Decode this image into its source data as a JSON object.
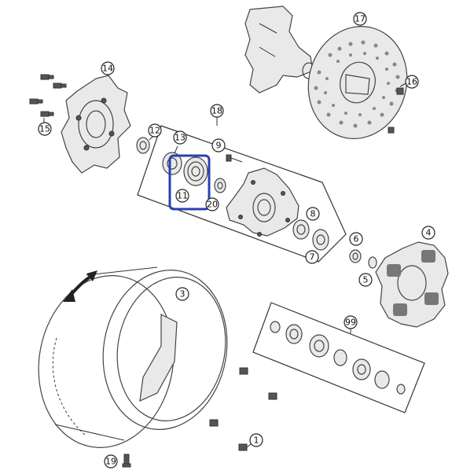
{
  "diagram": {
    "callouts": [
      {
        "id": "1",
        "label": "1"
      },
      {
        "id": "3",
        "label": "3"
      },
      {
        "id": "4",
        "label": "4"
      },
      {
        "id": "5",
        "label": "5"
      },
      {
        "id": "6",
        "label": "6"
      },
      {
        "id": "7",
        "label": "7"
      },
      {
        "id": "8",
        "label": "8"
      },
      {
        "id": "9",
        "label": "9"
      },
      {
        "id": "11",
        "label": "11"
      },
      {
        "id": "12",
        "label": "12"
      },
      {
        "id": "13",
        "label": "13"
      },
      {
        "id": "14",
        "label": "14"
      },
      {
        "id": "15",
        "label": "15"
      },
      {
        "id": "16",
        "label": "16"
      },
      {
        "id": "17",
        "label": "17"
      },
      {
        "id": "18",
        "label": "18"
      },
      {
        "id": "19",
        "label": "19"
      },
      {
        "id": "20",
        "label": "20"
      },
      {
        "id": "99",
        "label": "99"
      }
    ],
    "highlight": {
      "color": "#2b3fb0",
      "target": "11"
    },
    "colors": {
      "line": "#444444",
      "shade": "#e9e9e9",
      "accent": "#2b3fb0"
    }
  }
}
